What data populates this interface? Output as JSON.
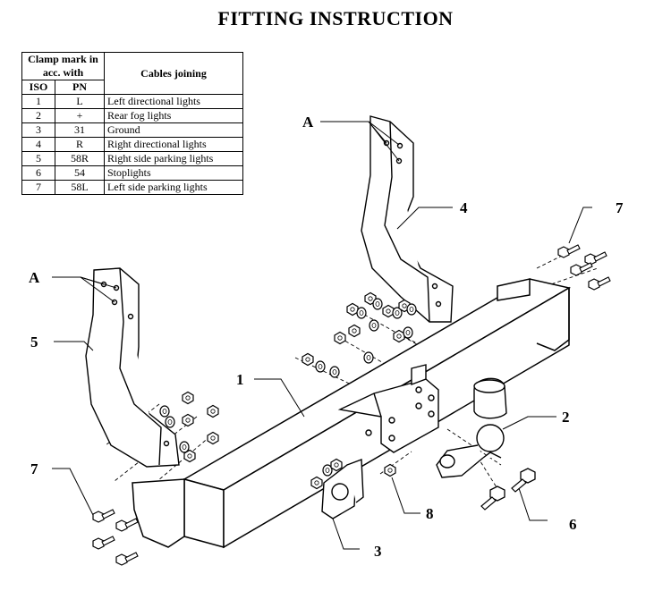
{
  "title": "FITTING INSTRUCTION",
  "table": {
    "header_group": "Clamp mark in acc. with",
    "header_iso": "ISO",
    "header_pn": "PN",
    "header_desc": "Cables joining",
    "rows": [
      {
        "iso": "1",
        "pn": "L",
        "desc": "Left directional lights"
      },
      {
        "iso": "2",
        "pn": "+",
        "desc": "Rear fog lights"
      },
      {
        "iso": "3",
        "pn": "31",
        "desc": "Ground"
      },
      {
        "iso": "4",
        "pn": "R",
        "desc": "Right directional lights"
      },
      {
        "iso": "5",
        "pn": "58R",
        "desc": "Right side parking lights"
      },
      {
        "iso": "6",
        "pn": "54",
        "desc": "Stoplights"
      },
      {
        "iso": "7",
        "pn": "58L",
        "desc": "Left side parking lights"
      }
    ]
  },
  "callouts": {
    "a_top": "A",
    "a_left": "A",
    "n1": "1",
    "n2": "2",
    "n3": "3",
    "n4": "4",
    "n5": "5",
    "n6": "6",
    "n7_right": "7",
    "n7_left": "7",
    "n8": "8"
  }
}
